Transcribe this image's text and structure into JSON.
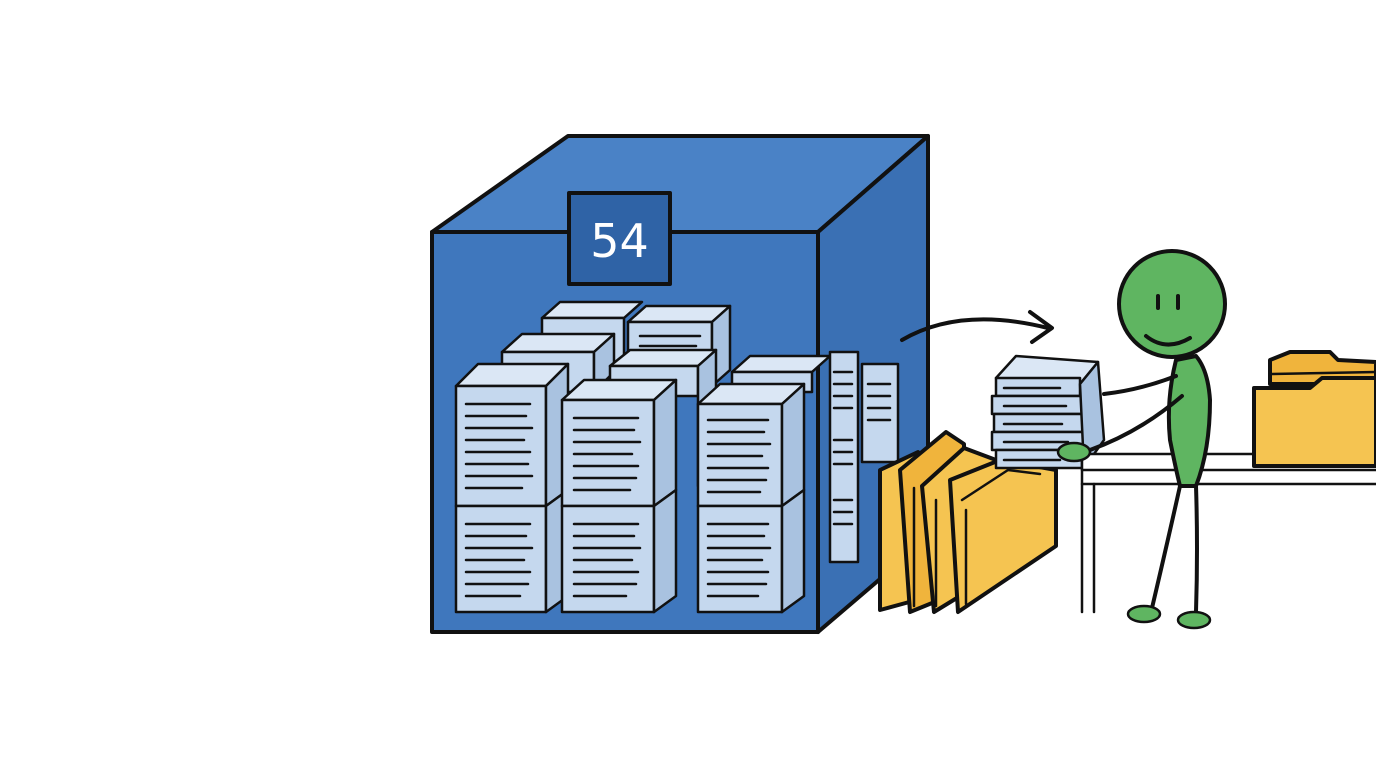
{
  "box": {
    "label": "54",
    "front_color": "#3f77bd",
    "top_color": "#4a82c6",
    "side_color": "#3a70b4"
  },
  "paper_color": "#c5d8ee",
  "line_color": "#1f2f4a",
  "folder_color": "#f5c451",
  "folder_edge_color": "#e2a82e",
  "person_color": "#5fb561",
  "icons": [
    "storage-box",
    "paper-stack",
    "folder",
    "arrow",
    "stick-figure",
    "desk"
  ]
}
